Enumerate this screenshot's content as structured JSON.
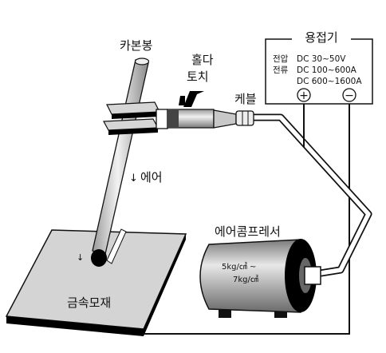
{
  "labels": {
    "carbon_rod": "카본봉",
    "holder_line1": "홀다",
    "holder_line2": "토치",
    "cable": "케블",
    "air": "에어",
    "air_arrow": "↓",
    "compressor": "에어콤프레서",
    "base_metal": "금속모재",
    "welder_title": "용접기"
  },
  "welder": {
    "voltage_label": "전압",
    "current_label": "전류",
    "voltage_range": "DC  30~50V",
    "current_range_1": "DC  100~600A",
    "current_range_2": "DC  600~1600A",
    "positive_symbol": "+",
    "negative_symbol": "−"
  },
  "compressor_pressure": {
    "line1": "5kg/㎠  ~",
    "line2": "7kg/㎠"
  },
  "colors": {
    "line": "#111111",
    "fill_dark": "#000000",
    "fill_mid": "#8a8a8a",
    "fill_light": "#d4d4d4",
    "background": "#ffffff"
  }
}
